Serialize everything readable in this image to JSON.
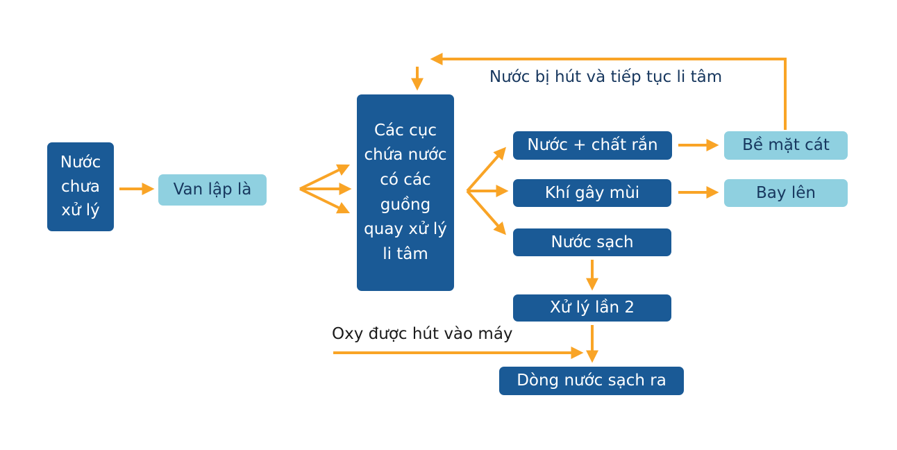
{
  "title": "Water treatment flow diagram",
  "colors": {
    "dark": "#1a5a96",
    "light": "#8fd0e0",
    "arrow": "#f9a426",
    "label": "#17375e",
    "label2": "#1a1a1a",
    "bg": "#ffffff"
  },
  "nodes": {
    "untreated": "Nước chưa xử lý",
    "valve": "Van lập là",
    "centrifuge": "Các cục chứa nước có các guồng quay xử lý li tâm",
    "water_solids": "Nước + chất rắn",
    "odor_gas": "Khí gây mùi",
    "clean_water": "Nước sạch",
    "sand_surface": "Bề mặt cát",
    "fly_up": "Bay lên",
    "second_treatment": "Xử lý lần 2",
    "clean_outflow": "Dòng nước sạch ra"
  },
  "labels": {
    "recirculation": "Nước bị hút và tiếp tục li tâm",
    "oxygen": "Oxy được hút vào máy"
  }
}
